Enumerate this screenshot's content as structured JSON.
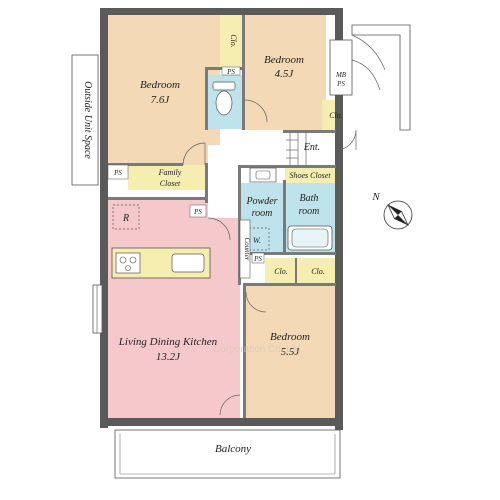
{
  "rooms": {
    "bedroom_large": {
      "name": "Bedroom",
      "size": "7.6J"
    },
    "bedroom_small": {
      "name": "Bedroom",
      "size": "4.5J"
    },
    "bedroom_bottom": {
      "name": "Bedroom",
      "size": "5.5J"
    },
    "ldk": {
      "name": "Living Dining Kitchen",
      "size": "13.2J"
    },
    "powder": {
      "line1": "Powder",
      "line2": "room"
    },
    "bath": {
      "line1": "Bath",
      "line2": "room"
    },
    "family_closet": {
      "line1": "Family",
      "line2": "Closet"
    },
    "shoes_closet": "Shoes Closet",
    "entrance": "Ent.",
    "balcony": "Balcony",
    "outside_unit": "Outside Unit Space"
  },
  "labels": {
    "clo_top": "Clo.",
    "clo_right": "Clo.",
    "clo_a": "Clo.",
    "clo_b": "Clo.",
    "ps": "PS",
    "mbps_1": "MB",
    "mbps_2": "PS",
    "refrigerator": "R",
    "washer": "W.",
    "counter": "Counter"
  },
  "watermark": "Corporation Co.,Ltd.",
  "compass": "N",
  "colors": {
    "bedroom": "#f3d9b5",
    "ldk": "#f5c9cc",
    "closet": "#f6edb0",
    "wet": "#bfe3ea",
    "corridor": "#ffffff",
    "wall": "#5a5a5a"
  }
}
